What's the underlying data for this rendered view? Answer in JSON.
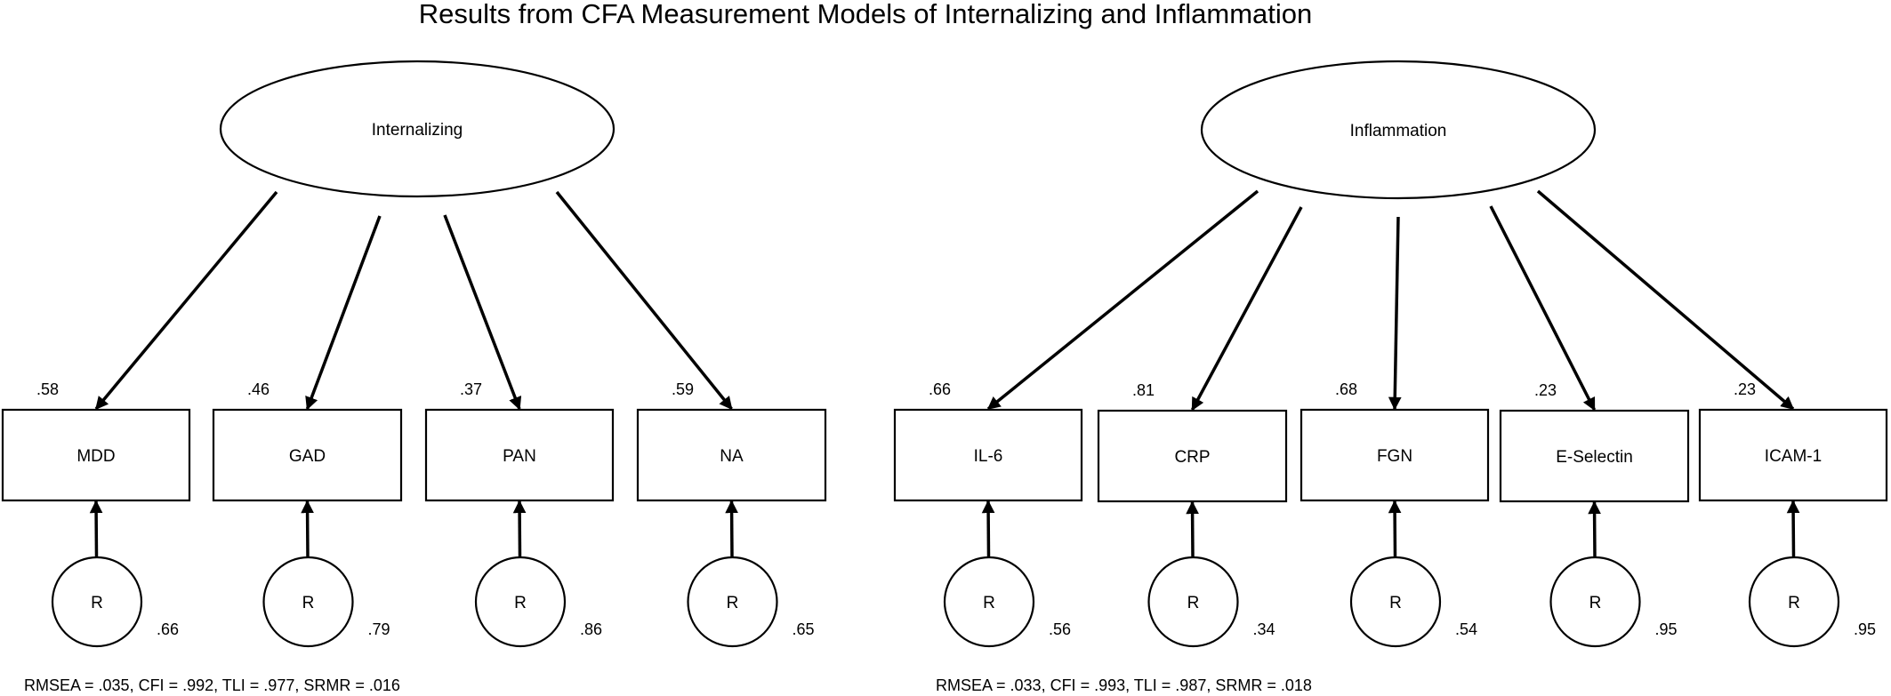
{
  "title": "Results from CFA Measurement Models of Internalizing and Inflammation",
  "models": [
    {
      "latent": "Internalizing",
      "fit": "RMSEA = .035, CFI = .992, TLI = .977, SRMR = .016",
      "indicators": [
        {
          "name": "MDD",
          "loading": ".58",
          "residual_label": "R",
          "residual": ".66"
        },
        {
          "name": "GAD",
          "loading": ".46",
          "residual_label": "R",
          "residual": ".79"
        },
        {
          "name": "PAN",
          "loading": ".37",
          "residual_label": "R",
          "residual": ".86"
        },
        {
          "name": "NA",
          "loading": ".59",
          "residual_label": "R",
          "residual": ".65"
        }
      ]
    },
    {
      "latent": "Inflammation",
      "fit": "RMSEA = .033, CFI = .993, TLI = .987, SRMR = .018",
      "indicators": [
        {
          "name": "IL-6",
          "loading": ".66",
          "residual_label": "R",
          "residual": ".56"
        },
        {
          "name": "CRP",
          "loading": ".81",
          "residual_label": "R",
          "residual": ".34"
        },
        {
          "name": "FGN",
          "loading": ".68",
          "residual_label": "R",
          "residual": ".54"
        },
        {
          "name": "E-Selectin",
          "loading": ".23",
          "residual_label": "R",
          "residual": ".95"
        },
        {
          "name": "ICAM-1",
          "loading": ".23",
          "residual_label": "R",
          "residual": ".95"
        }
      ]
    }
  ]
}
